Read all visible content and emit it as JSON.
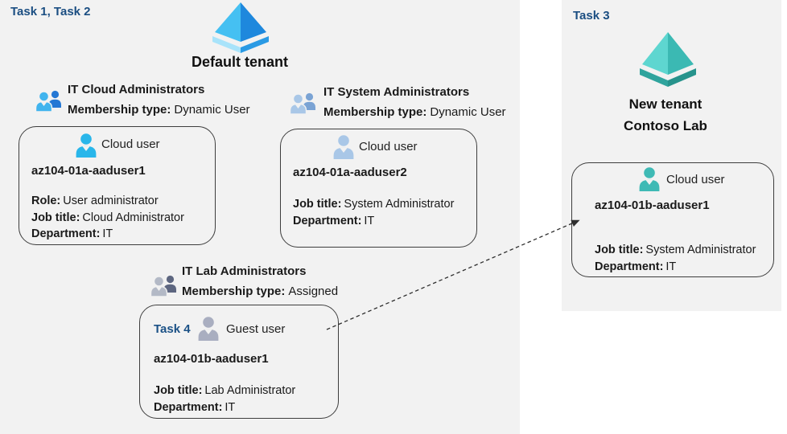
{
  "palette": {
    "panel_bg": "#f2f2f2",
    "task_label_color": "#1b4e82",
    "text_color": "#1a1a1a",
    "azure_ad_blue_light": "#45c0f2",
    "azure_ad_blue_dark": "#1e88dd",
    "azure_ad_teal_light": "#5ed6d0",
    "azure_ad_teal_dark": "#2fa49d",
    "cloud_user_cyan": "#29b6ea",
    "cloud_user_steel": "#a9c7e7",
    "guest_user_gray": "#a9aec0",
    "cloud_user_teal": "#3fbab5"
  },
  "left_panel": {
    "task_label": "Task 1, Task 2",
    "tenant_name": "Default tenant",
    "groups": [
      {
        "title": "IT Cloud Administrators",
        "membership_label": "Membership type:",
        "membership_value": "Dynamic User"
      },
      {
        "title": "IT System Administrators",
        "membership_label": "Membership type:",
        "membership_value": "Dynamic User"
      },
      {
        "title": "IT Lab Administrators",
        "membership_label": "Membership type:",
        "membership_value": "Assigned"
      }
    ]
  },
  "right_panel": {
    "task_label": "Task 3",
    "tenant_name_line1": "New tenant",
    "tenant_name_line2": "Contoso Lab"
  },
  "user_cards": [
    {
      "user_type": "Cloud user",
      "name": "az104-01a-aaduser1",
      "rows": [
        {
          "label": "Role:",
          "value": "User administrator"
        },
        {
          "label": "Job title:",
          "value": "Cloud Administrator"
        },
        {
          "label": "Department:",
          "value": "IT"
        }
      ]
    },
    {
      "user_type": "Cloud user",
      "name": "az104-01a-aaduser2",
      "rows": [
        {
          "label": "Job title:",
          "value": "System Administrator"
        },
        {
          "label": "Department:",
          "value": "IT"
        }
      ]
    },
    {
      "task_label": "Task 4",
      "user_type": "Guest user",
      "name": "az104-01b-aaduser1",
      "rows": [
        {
          "label": "Job title:",
          "value": "Lab Administrator"
        },
        {
          "label": "Department:",
          "value": "IT"
        }
      ]
    },
    {
      "user_type": "Cloud user",
      "name": "az104-01b-aaduser1",
      "rows": [
        {
          "label": "Job title:",
          "value": "System Administrator"
        },
        {
          "label": "Department:",
          "value": "IT"
        }
      ]
    }
  ]
}
